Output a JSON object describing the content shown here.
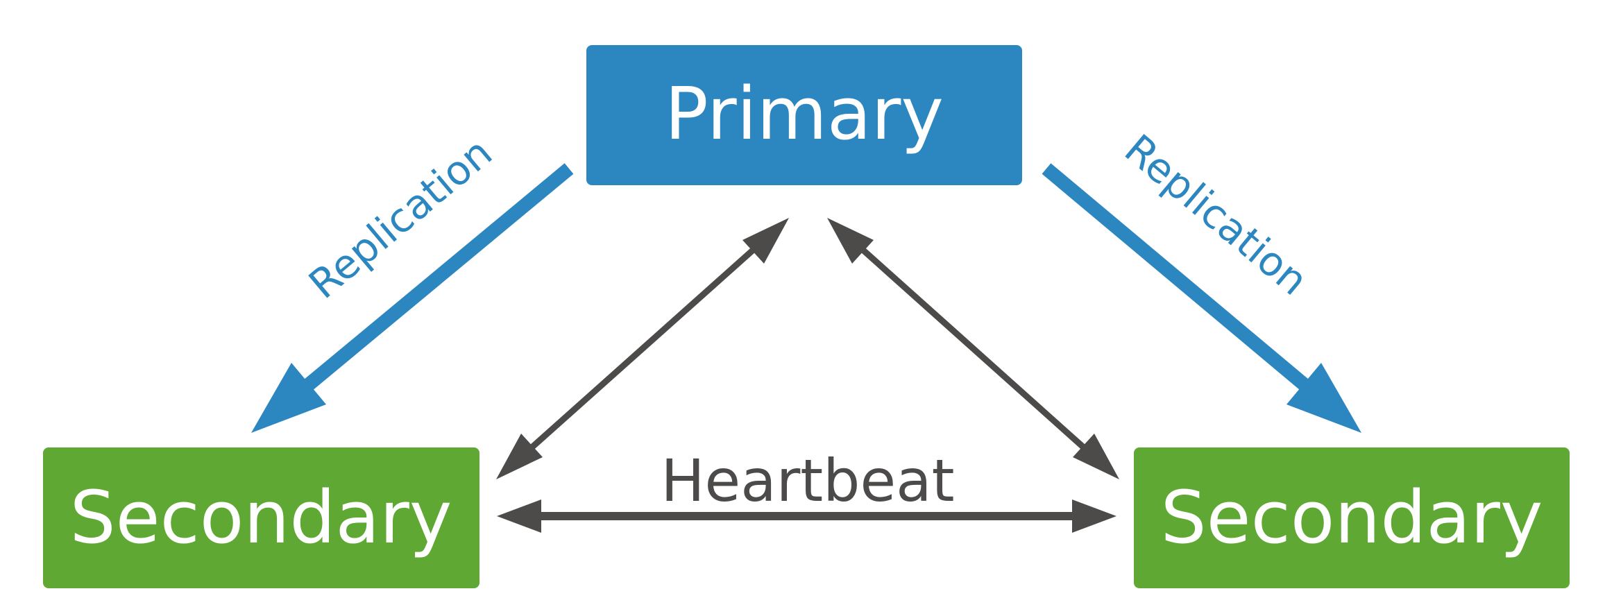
{
  "nodes": {
    "primary": {
      "label": "Primary",
      "color": "#2c87c1"
    },
    "secondary_left": {
      "label": "Secondary",
      "color": "#5ea833"
    },
    "secondary_right": {
      "label": "Secondary",
      "color": "#5ea833"
    }
  },
  "edges": {
    "replication_left": {
      "label": "Replication",
      "color": "#2c87c1"
    },
    "replication_right": {
      "label": "Replication",
      "color": "#2c87c1"
    },
    "heartbeat": {
      "label": "Heartbeat",
      "color": "#4d4a4a"
    }
  }
}
